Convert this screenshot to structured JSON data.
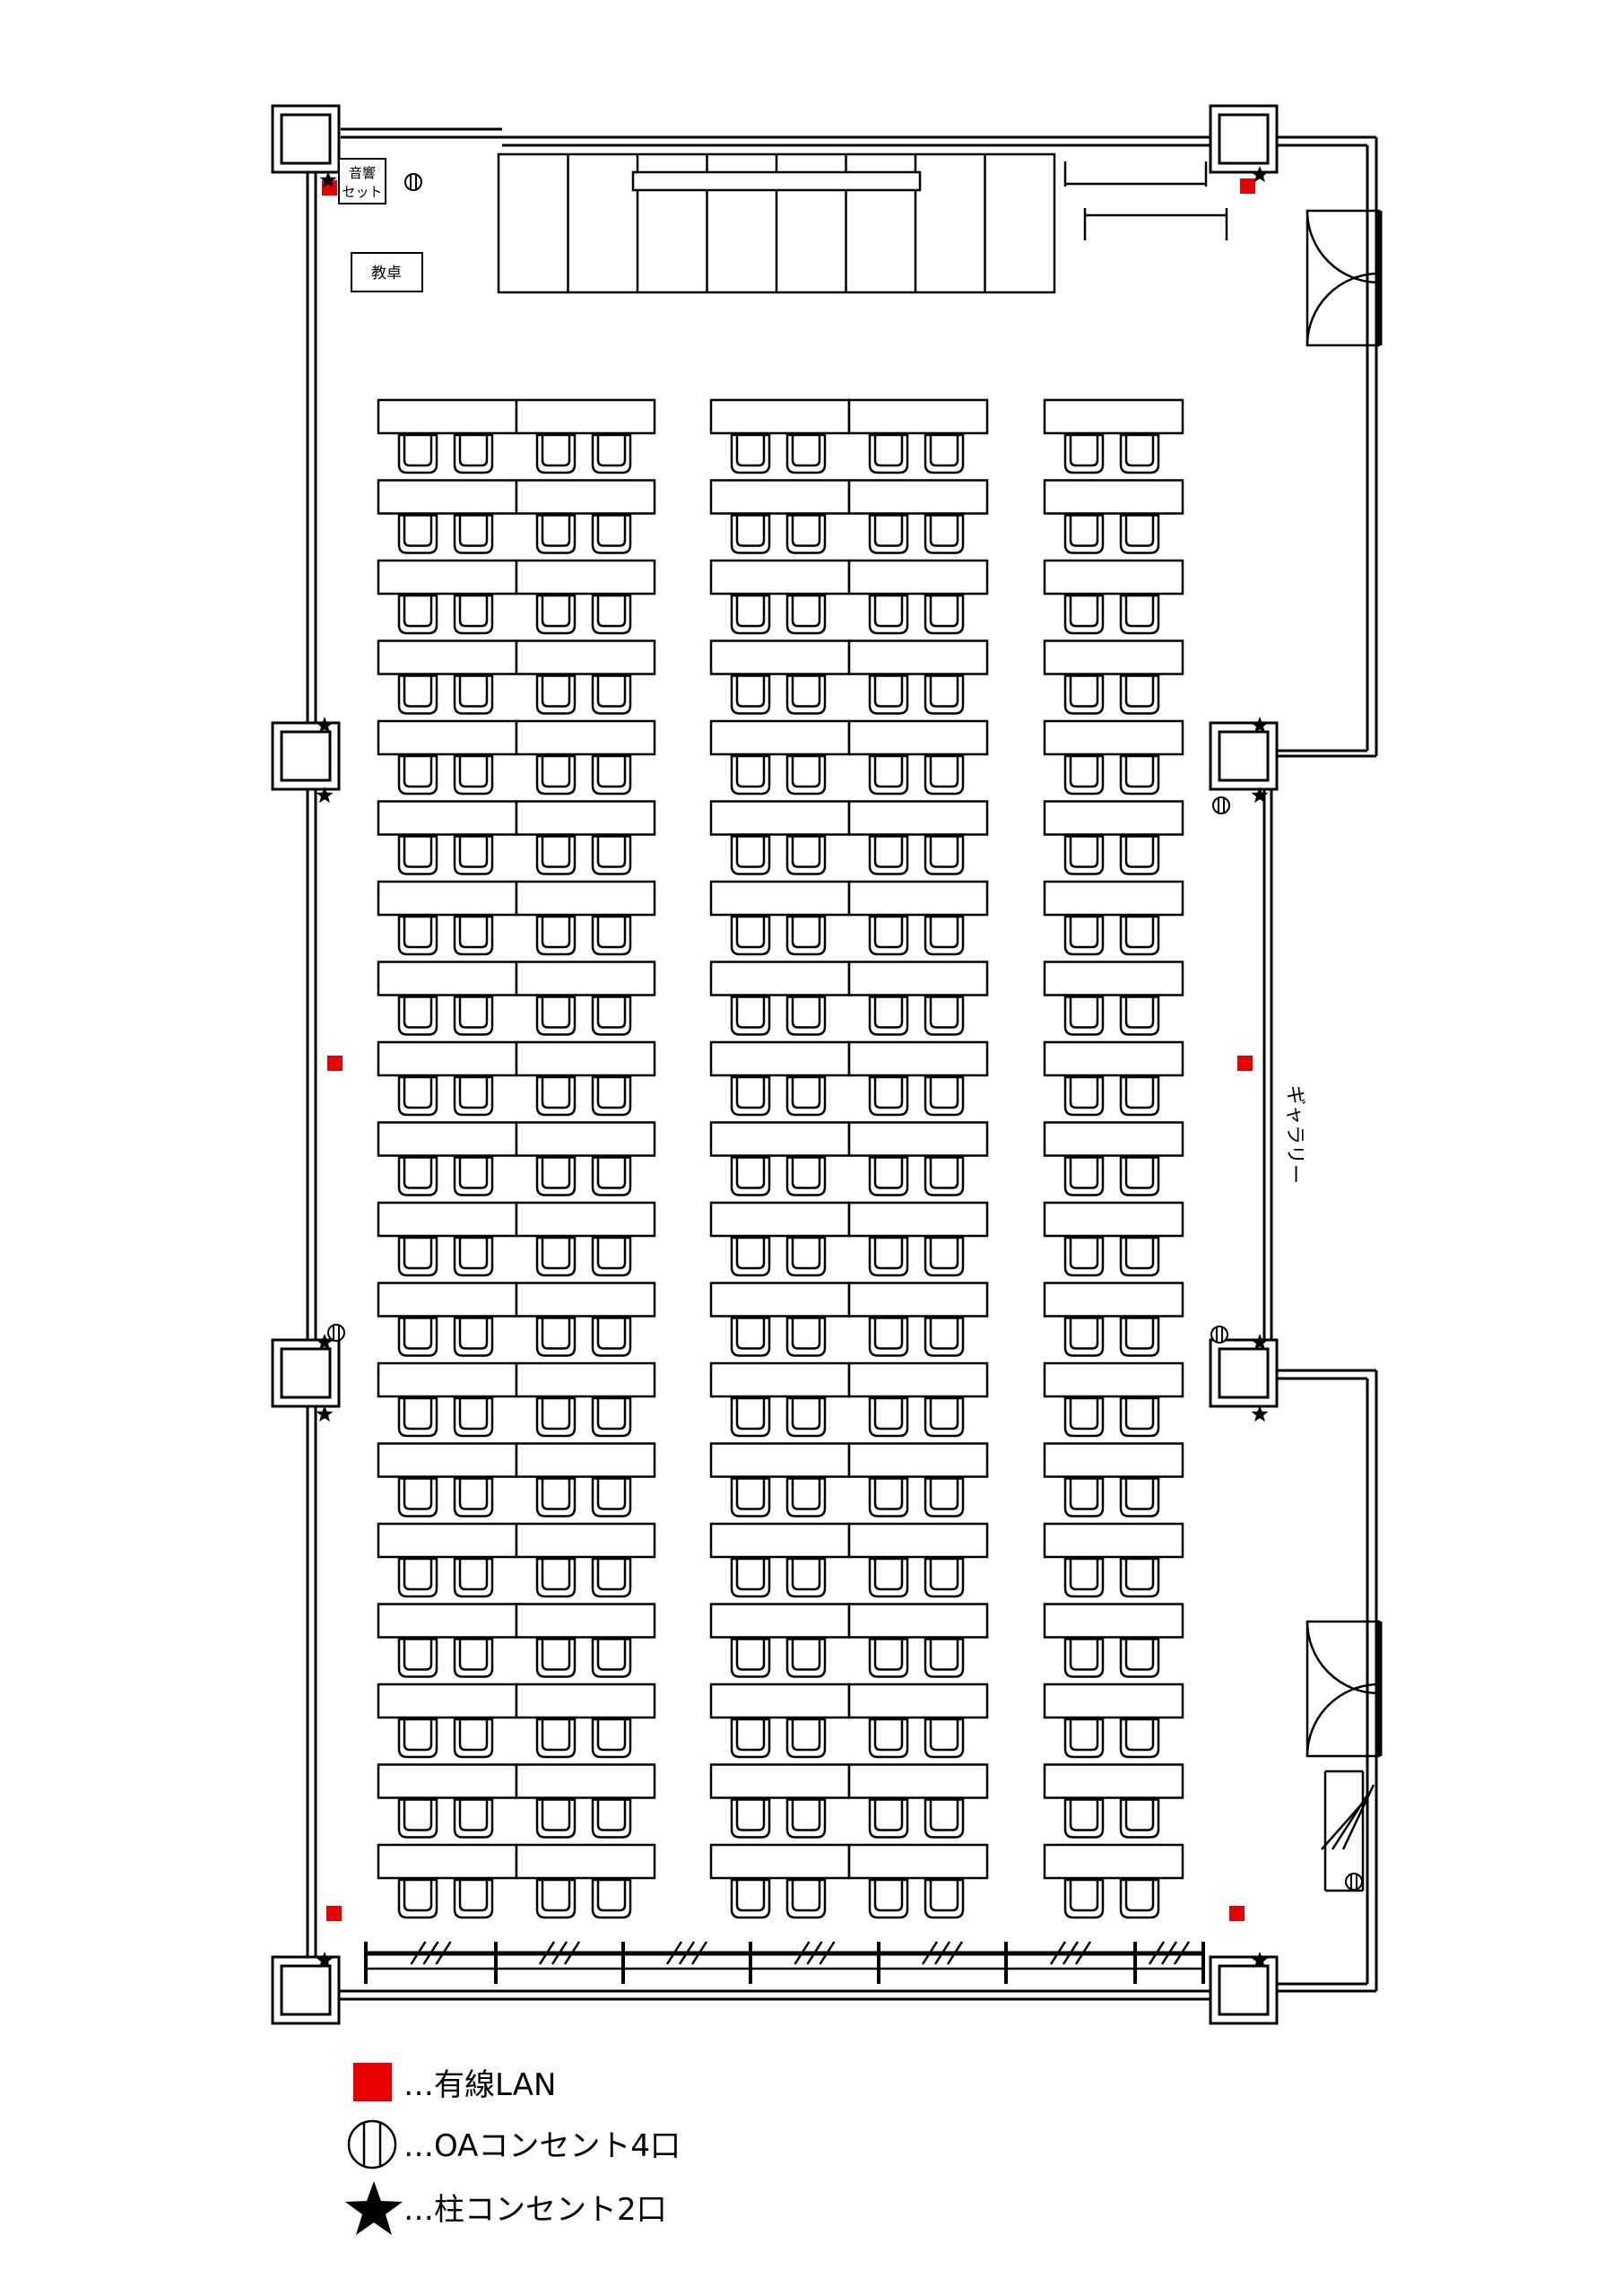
{
  "fixtures": {
    "sound_set": [
      "音響",
      "セット"
    ],
    "lectern": "教卓",
    "gallery": "ギャラリー"
  },
  "legend": {
    "items": [
      {
        "symbol": "red-square",
        "text": "…有線LAN"
      },
      {
        "symbol": "oa-outlet",
        "text": "…OAコンセント4口"
      },
      {
        "symbol": "star",
        "text": "…柱コンセント2口"
      }
    ]
  },
  "colors": {
    "lan": "#e60000",
    "line": "#000000"
  },
  "seating": {
    "rows": 19,
    "seats_per_desk": 2,
    "desk_blocks": 3
  }
}
